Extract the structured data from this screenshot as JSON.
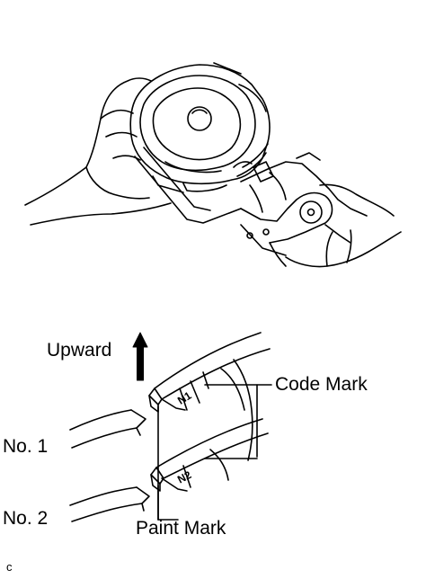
{
  "labels": {
    "upward": "Upward",
    "code_mark": "Code Mark",
    "no1": "No. 1",
    "no2": "No. 2",
    "paint_mark": "Paint Mark",
    "ring1_code": "N1",
    "ring2_code": "N2",
    "figure_code": "c"
  },
  "icons": {
    "upward_arrow": "arrow-up-icon"
  }
}
